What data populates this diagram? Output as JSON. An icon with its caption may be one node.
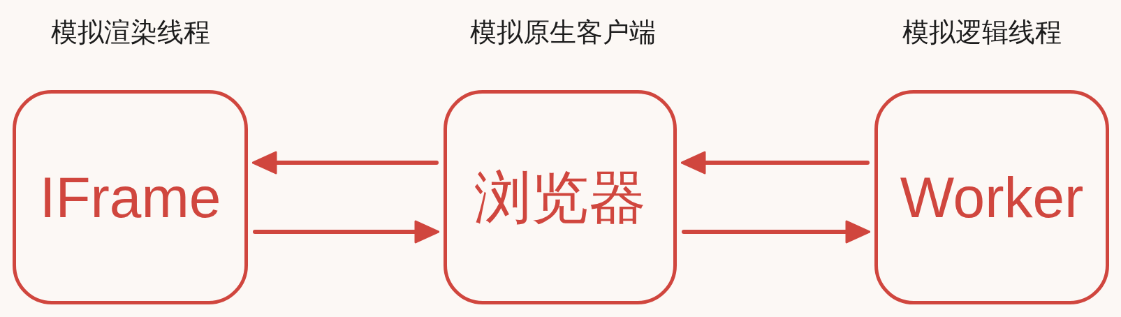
{
  "diagram": {
    "nodes": [
      {
        "text": [
          "模拟渲染线程",
          "IFrame"
        ]
      },
      {
        "text": [
          "模拟原生客户端",
          "浏览器"
        ]
      },
      {
        "text": [
          "模拟逻辑线程",
          "Worker"
        ]
      }
    ],
    "edges": [
      {
        "from": 1,
        "to": 0,
        "arrow": "to"
      },
      {
        "from": 0,
        "to": 1,
        "arrow": "to"
      },
      {
        "from": 2,
        "to": 1,
        "arrow": "to"
      },
      {
        "from": 1,
        "to": 2,
        "arrow": "to"
      }
    ]
  }
}
